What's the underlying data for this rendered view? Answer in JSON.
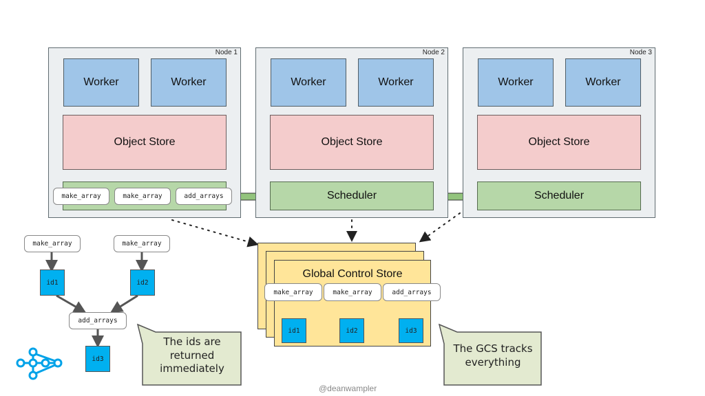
{
  "nodes": [
    {
      "label": "Node 1",
      "workers": [
        "Worker",
        "Worker"
      ],
      "object_store": "Object Store",
      "scheduler_label": "",
      "tasks": [
        "make_array",
        "make_array",
        "add_arrays"
      ]
    },
    {
      "label": "Node 2",
      "workers": [
        "Worker",
        "Worker"
      ],
      "object_store": "Object Store",
      "scheduler_label": "Scheduler"
    },
    {
      "label": "Node 3",
      "workers": [
        "Worker",
        "Worker"
      ],
      "object_store": "Object Store",
      "scheduler_label": "Scheduler"
    }
  ],
  "gcs": {
    "title": "Global Control Store",
    "tasks": [
      "make_array",
      "make_array",
      "add_arrays"
    ],
    "ids": [
      "id1",
      "id2",
      "id3"
    ]
  },
  "task_graph": {
    "sources": [
      "make_array",
      "make_array"
    ],
    "source_ids": [
      "id1",
      "id2"
    ],
    "combine": "add_arrays",
    "result_id": "id3"
  },
  "callouts": {
    "left": "The ids are returned immediately",
    "right": "The GCS tracks everything"
  },
  "credit": "@deanwampler",
  "colors": {
    "node_bg": "#eceff1",
    "worker": "#9fc5e8",
    "object_store": "#f4cccc",
    "scheduler": "#b6d7a8",
    "gcs": "#ffe599",
    "id": "#00b0f0",
    "callout": "#e3ead0",
    "logo": "#00a2e8"
  }
}
